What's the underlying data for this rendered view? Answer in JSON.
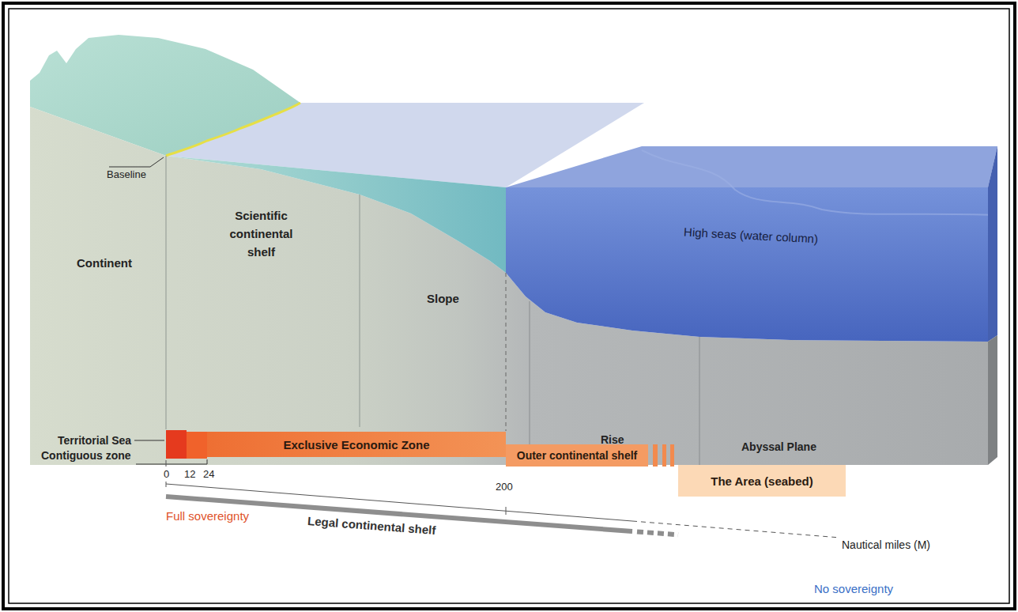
{
  "diagram": {
    "nodes": [
      {
        "text": [
          "Exclusive Economic Zone"
        ]
      },
      {
        "text": [
          "Outer continental shelf"
        ]
      },
      {
        "text": [
          "The Area (seabed)"
        ]
      }
    ],
    "labels": [
      "Baseline",
      "Continent",
      "Scientific continental shelf",
      "Slope",
      "High seas (water column)",
      "Rise",
      "Abyssal Plane",
      "Territorial Sea",
      "Contiguous zone",
      "0",
      "12",
      "24",
      "200",
      "Full sovereignty",
      "Legal continental shelf",
      "Nautical miles (M)",
      "No sovereignty"
    ]
  }
}
